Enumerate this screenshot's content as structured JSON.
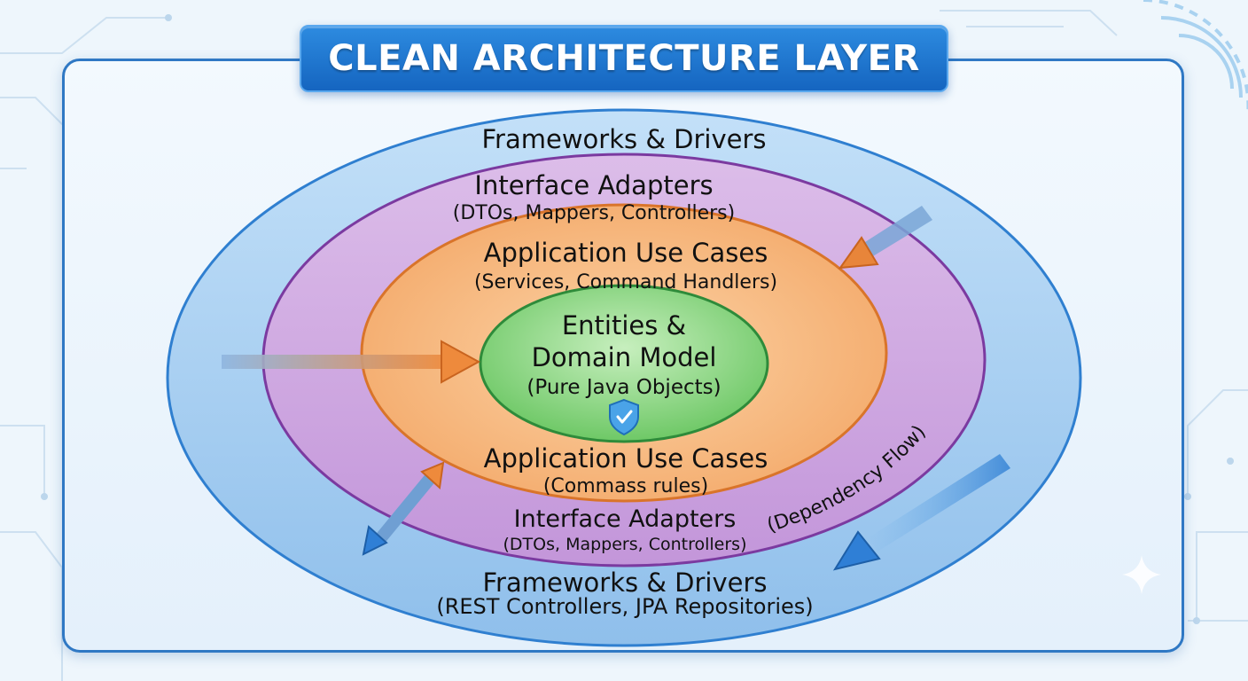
{
  "title": "CLEAN ARCHITECTURE LAYER",
  "layers": {
    "frameworks_top": {
      "heading": "Frameworks & Drivers"
    },
    "adapters_top": {
      "heading": "Interface Adapters",
      "detail": "(DTOs, Mappers, Controllers)"
    },
    "usecases_top": {
      "heading": "Application Use Cases",
      "detail": "(Services, Command Handlers)"
    },
    "entities": {
      "line1": "Entities &",
      "line2": "Domain Model",
      "line3": "(Pure Java Objects)"
    },
    "usecases_bottom": {
      "heading": "Application Use Cases",
      "detail": "(Commass rules)"
    },
    "adapters_bottom": {
      "heading": "Interface Adapters",
      "detail": "(DTOs, Mappers, Controllers)"
    },
    "frameworks_bottom": {
      "heading": "Frameworks & Drivers",
      "detail": "(REST Controllers, JPA Repositories)"
    }
  },
  "dependency_flow_label": "(Dependency Flow)",
  "icons": [
    "shield-check-icon",
    "sparkle-icon"
  ],
  "colors": {
    "title_bg": "#1a73d0",
    "outer_ring": "#9cc8f0",
    "adapters_ring": "#c9a2dd",
    "usecases_ring": "#f6b982",
    "core": "#7fd078",
    "arrow_orange": "#e8853a",
    "arrow_blue": "#2f7fd6"
  }
}
